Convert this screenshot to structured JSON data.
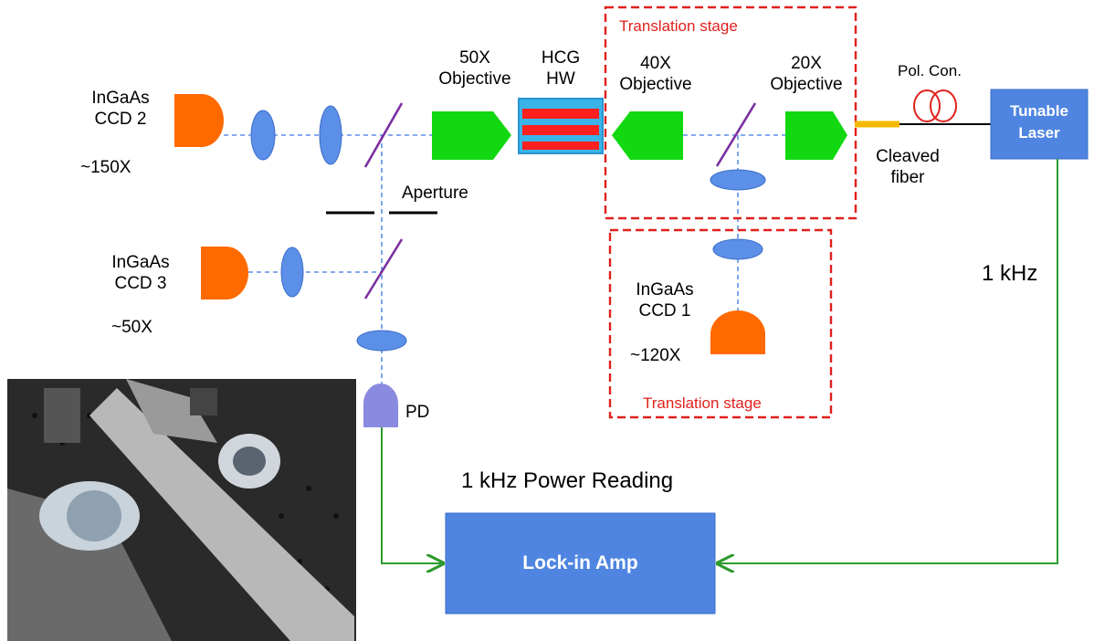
{
  "labels": {
    "ccd2": "InGaAs\nCCD 2",
    "ccd2_mag": "~150X",
    "ccd3": "InGaAs\nCCD 3",
    "ccd3_mag": "~50X",
    "ccd1": "InGaAs\nCCD 1",
    "ccd1_mag": "~120X",
    "obj50": "50X\nObjective",
    "hcg": "HCG\nHW",
    "obj40": "40X\nObjective",
    "obj20": "20X\nObjective",
    "polcon": "Pol. Con.",
    "laser": "Tunable\nLaser",
    "cleaved": "Cleaved\nfiber",
    "aperture": "Aperture",
    "stage_top": "Translation stage",
    "stage_bottom": "Translation stage",
    "freq": "1 kHz",
    "power": "1 kHz Power Reading",
    "pd": "PD",
    "lockin": "Lock-in Amp"
  },
  "colors": {
    "detector": "#ff6a00",
    "lens": "#5b8fe8",
    "lens_edge": "#3a6cc8",
    "objective": "#12d812",
    "mirror": "#7a2fa0",
    "beam": "#5b8fe8",
    "stage_border": "#e0201c",
    "laser_box": "#4f85e0",
    "signal": "#2e9a2e",
    "fiber": "#f5b800",
    "pd": "#8a8ae0",
    "hcg_red": "#ff1f1f",
    "hcg_blue": "#3ab4e8"
  }
}
